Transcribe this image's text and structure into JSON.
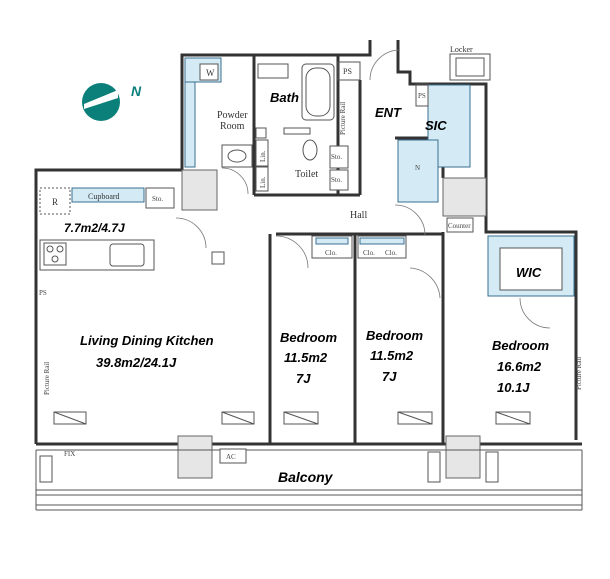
{
  "compass": {
    "label": "N",
    "color": "#0b7f7a"
  },
  "rooms": {
    "ldk_name": "Living Dining Kitchen",
    "ldk_size": "39.8m2/24.1J",
    "ldk_extra": "7.7m2/4.7J",
    "bed1_name": "Bedroom",
    "bed1_area": "11.5m2",
    "bed1_j": "7J",
    "bed2_name": "Bedroom",
    "bed2_area": "11.5m2",
    "bed2_j": "7J",
    "bed3_name": "Bedroom",
    "bed3_area": "16.6m2",
    "bed3_j": "10.1J",
    "bath": "Bath",
    "ent": "ENT",
    "sic": "SIC",
    "wic": "WIC",
    "balcony": "Balcony"
  },
  "labels": {
    "locker": "Locker",
    "ps": "PS",
    "w": "W",
    "powder1": "Powder",
    "powder2": "Room",
    "picture_rail": "Picture Rail",
    "lin": "Lin.",
    "sto": "Sto.",
    "toilet": "Toilet",
    "n": "N",
    "hall": "Hall",
    "counter": "Counter",
    "cupboard": "Cupboard",
    "r": "R",
    "clo": "Clo.",
    "fix": "FIX",
    "ac": "AC"
  }
}
